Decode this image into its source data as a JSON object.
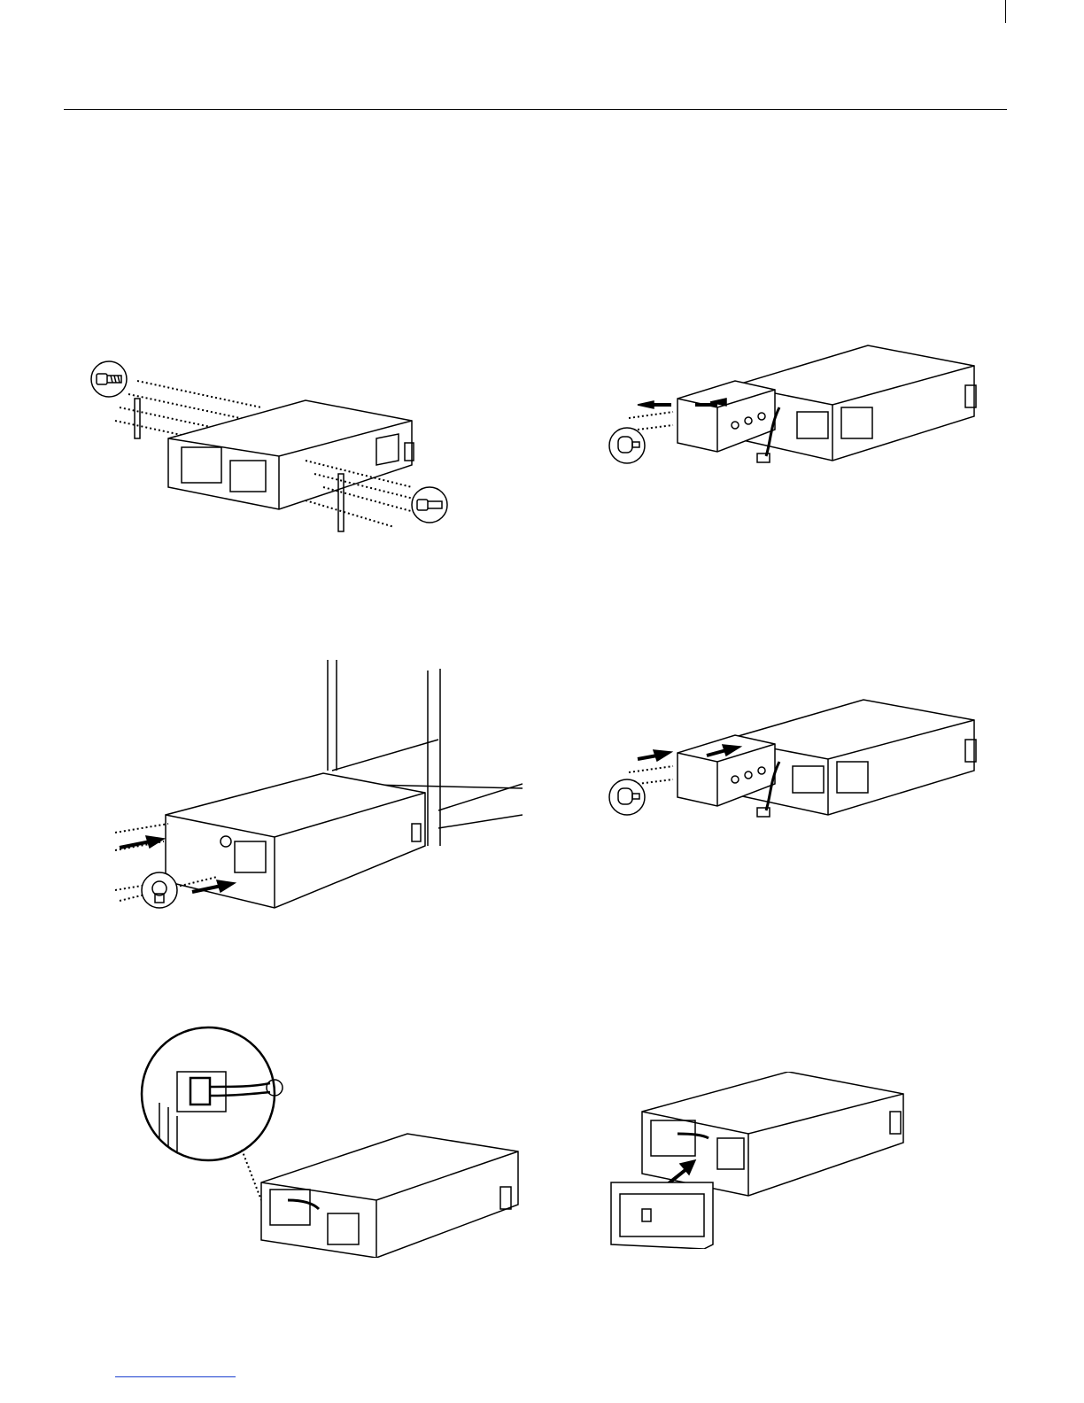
{
  "page": {
    "figures": [
      {
        "id": "fig-1",
        "subject": "rack-ears-attach",
        "icons": [
          "screw-icon",
          "screw-icon"
        ]
      },
      {
        "id": "fig-2",
        "subject": "battery-pack-remove",
        "icons": [
          "screw-icon",
          "arrow-left-icon",
          "arrow-left-icon"
        ]
      },
      {
        "id": "fig-3",
        "subject": "ups-into-rack",
        "icons": [
          "screw-icon",
          "arrow-right-icon",
          "arrow-right-icon"
        ]
      },
      {
        "id": "fig-4",
        "subject": "battery-pack-reinsert",
        "icons": [
          "screw-icon",
          "arrow-right-icon",
          "arrow-right-icon"
        ]
      },
      {
        "id": "fig-5",
        "subject": "battery-connector-detail",
        "icons": [
          "magnifier-callout-icon"
        ]
      },
      {
        "id": "fig-6",
        "subject": "front-bezel-attach",
        "icons": [
          "arrow-up-right-icon"
        ]
      }
    ],
    "colors": {
      "ink": "#000000",
      "paper": "#ffffff",
      "link": "#1a3fd0"
    }
  }
}
